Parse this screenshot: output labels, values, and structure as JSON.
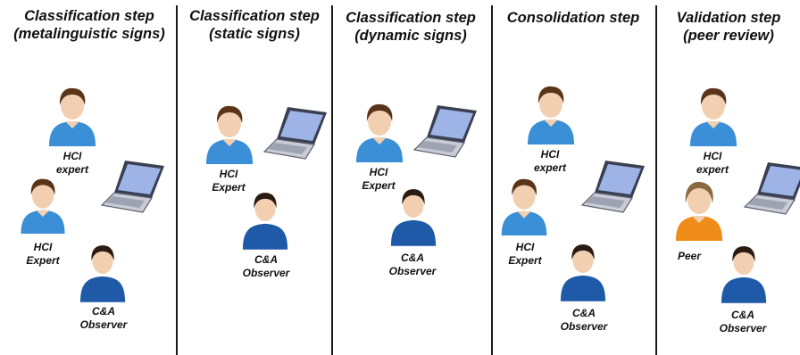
{
  "steps": [
    {
      "title": [
        "Classification step",
        "(metalinguistic signs)"
      ]
    },
    {
      "title": [
        "Classification step",
        "(static signs)"
      ]
    },
    {
      "title": [
        "Classification step",
        "(dynamic signs)"
      ]
    },
    {
      "title": [
        "Consolidation step",
        ""
      ]
    },
    {
      "title": [
        "Validation step",
        "(peer review)"
      ]
    }
  ],
  "labels": {
    "hci_expert_lower": [
      "HCI",
      "expert"
    ],
    "hci_expert_upper": [
      "HCI",
      "Expert"
    ],
    "observer": [
      "C&A",
      "Observer"
    ],
    "peer": "Peer"
  },
  "icons": {
    "hci_person": "expert-person-icon",
    "observer_person": "observer-person-icon",
    "peer_person": "peer-person-icon",
    "computer": "laptop-icon"
  },
  "colors": {
    "expert_shirt": "#3a8fd6",
    "observer_shirt": "#1f5aa8",
    "peer_shirt": "#f08c1a",
    "hair_brown": "#5a3418",
    "skin": "#f2cfb0",
    "laptop_screen": "#9fb4e6",
    "divider": "#1a1a1a"
  }
}
